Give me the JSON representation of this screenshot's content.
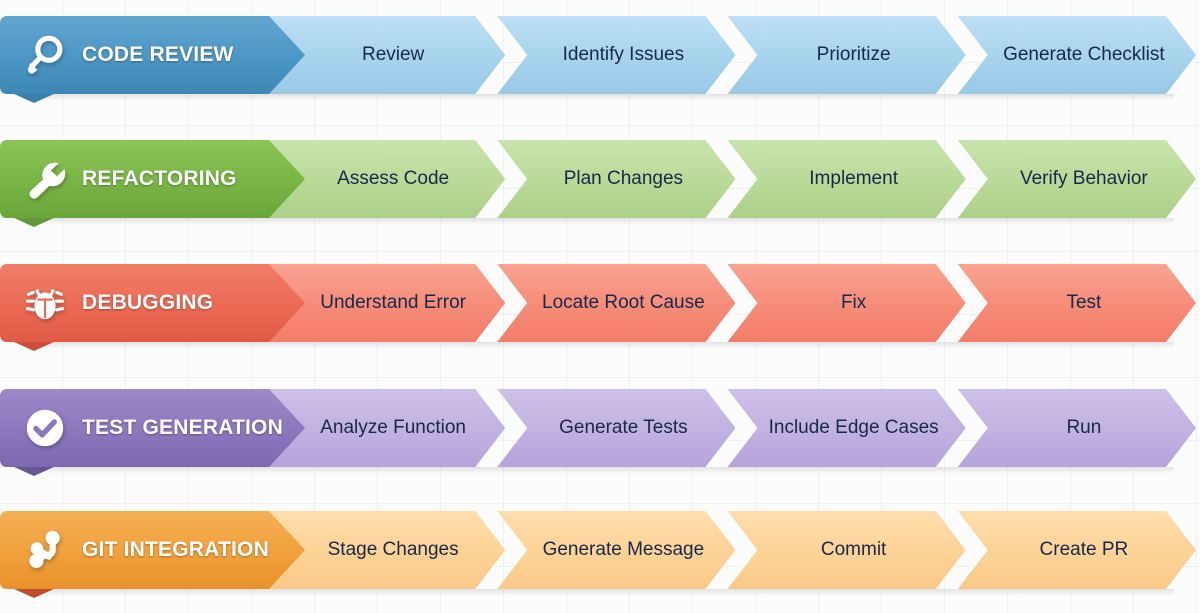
{
  "background": {
    "grid_color": "#eceff2",
    "page_color": "#fcfcfc"
  },
  "rows": [
    {
      "id": "code-review",
      "title": "CODE REVIEW",
      "icon": "magnifier-icon",
      "colors": {
        "head": "#4b96c4",
        "head_light": "#62a6d0",
        "head_dark": "#3d87b5",
        "fold": "#2e7aa8",
        "lite": "#a6d2ec",
        "lite_light": "#bde0f5",
        "lite_dark": "#9ac9e6"
      },
      "steps": [
        "Review",
        "Identify Issues",
        "Prioritize",
        "Generate Checklist"
      ]
    },
    {
      "id": "refactoring",
      "title": "REFACTORING",
      "icon": "wrench-icon",
      "colors": {
        "head": "#78b545",
        "head_light": "#8cc457",
        "head_dark": "#6aa53a",
        "fold": "#5b9430",
        "lite": "#b7d996",
        "lite_light": "#c9e4ae",
        "lite_dark": "#acd089"
      },
      "steps": [
        "Assess Code",
        "Plan Changes",
        "Implement",
        "Verify Behavior"
      ]
    },
    {
      "id": "debugging",
      "title": "DEBUGGING",
      "icon": "bug-icon",
      "colors": {
        "head": "#ec6a54",
        "head_light": "#f07d68",
        "head_dark": "#e05a45",
        "fold": "#c9462f",
        "lite": "#f58a76",
        "lite_light": "#f9a392",
        "lite_dark": "#f27d68"
      },
      "steps": [
        "Understand Error",
        "Locate Root Cause",
        "Fix",
        "Test"
      ]
    },
    {
      "id": "test-generation",
      "title": "TEST GENERATION",
      "icon": "check-circle-icon",
      "colors": {
        "head": "#8c77bd",
        "head_light": "#9c89c8",
        "head_dark": "#7e68b0",
        "fold": "#5f4d8c",
        "lite": "#c0b0e0",
        "lite_light": "#cdc0e8",
        "lite_dark": "#b5a3da"
      },
      "steps": [
        "Analyze Function",
        "Generate Tests",
        "Include Edge Cases",
        "Run"
      ]
    },
    {
      "id": "git-integration",
      "title": "GIT INTEGRATION",
      "icon": "git-branch-icon",
      "colors": {
        "head": "#f0a03c",
        "head_light": "#f5b055",
        "head_dark": "#e8912c",
        "fold": "#b8451f",
        "lite": "#fcd295",
        "lite_light": "#ffdeac",
        "lite_dark": "#fac886"
      },
      "steps": [
        "Stage Changes",
        "Generate Message",
        "Commit",
        "Create PR"
      ]
    }
  ]
}
